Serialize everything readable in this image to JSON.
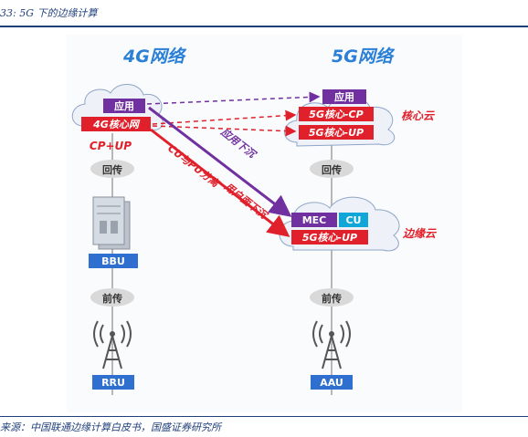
{
  "caption": "33: 5G 下的边缘计算",
  "source": "来源：中国联通边缘计算白皮书，国盛证券研究所",
  "diagram": {
    "col_4g_title": "4G网络",
    "col_5g_title": "5G网络",
    "app_4g": "应用",
    "core_4g": "4G核心网",
    "cp_up": "CP+UP",
    "backhaul_4g": "回传",
    "bbu": "BBU",
    "fronthaul_4g": "前传",
    "rru": "RRU",
    "app_5g": "应用",
    "core_cp": "5G核心-CP",
    "core_up": "5G核心-UP",
    "core_cloud": "核心云",
    "backhaul_5g": "回传",
    "mec": "MEC",
    "cu": "CU",
    "edge_up": "5G核心-UP",
    "edge_cloud": "边缘云",
    "fronthaul_5g": "前传",
    "aau": "AAU",
    "arrow_cu_du": "CU与PU分离",
    "arrow_user_plane": "用户面下沉",
    "arrow_app_sink": "应用下沉"
  },
  "colors": {
    "title_blue": "#2a7fd6",
    "purple": "#7030a0",
    "red": "#e0202a",
    "cyan": "#10a6d8",
    "blue_box": "#2e6fd0",
    "grey": "#d9d9d9"
  }
}
